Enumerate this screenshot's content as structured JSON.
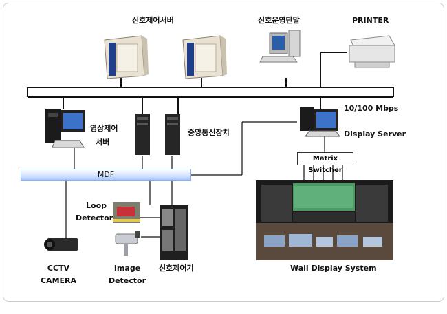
{
  "title": "",
  "nodes": {
    "signal_server": "신호제어서버",
    "terminal": "신호운영단말",
    "printer": "PRINTER",
    "bandwidth": "10/100 Mbps",
    "video_server_1": "영상제어",
    "video_server_2": "서버",
    "comm_device": "중앙통신장치",
    "display_server": "Display Server",
    "matrix_switcher": "Matrix Switcher",
    "mdf": "MDF",
    "loop_1": "Loop",
    "loop_2": "Detector",
    "cctv_1": "CCTV",
    "cctv_2": "CAMERA",
    "image_det_1": "Image",
    "image_det_2": "Detector",
    "controller": "신호제어기",
    "wall_display": "Wall Display System"
  },
  "colors": {
    "line": "#111111",
    "mdf": "#c7dbff",
    "server_body": "#efe7d6",
    "server_stripe": "#1f3f8a",
    "wall_green": "#4e9a63"
  }
}
